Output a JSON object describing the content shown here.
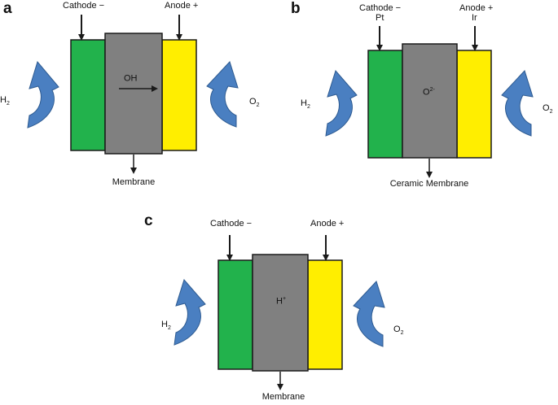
{
  "panels": {
    "a": {
      "letter": "a",
      "cathode": "Cathode −",
      "anode": "Anode +",
      "ion_base": "OH",
      "ion_sup": "",
      "membrane": "Membrane",
      "h2_base": "H",
      "h2_sub": "2",
      "o2_base": "O",
      "o2_sub": "2"
    },
    "b": {
      "letter": "b",
      "cathode": "Cathode −",
      "cathode_material": "Pt",
      "anode": "Anode +",
      "anode_material": "Ir",
      "ion_base": "O",
      "ion_sup": "2-",
      "membrane": "Ceramic Membrane",
      "h2_base": "H",
      "h2_sub": "2",
      "o2_base": "O",
      "o2_sub": "2"
    },
    "c": {
      "letter": "c",
      "cathode": "Cathode −",
      "anode": "Anode +",
      "ion_base": "H",
      "ion_sup": "+",
      "membrane": "Membrane",
      "h2_base": "H",
      "h2_sub": "2",
      "o2_base": "O",
      "o2_sub": "2"
    }
  },
  "colors": {
    "cathode": "#22b24c",
    "membrane": "#808080",
    "anode": "#ffee00",
    "gas_arrow": "#4a7fc1",
    "outline": "#1a1a1a"
  }
}
